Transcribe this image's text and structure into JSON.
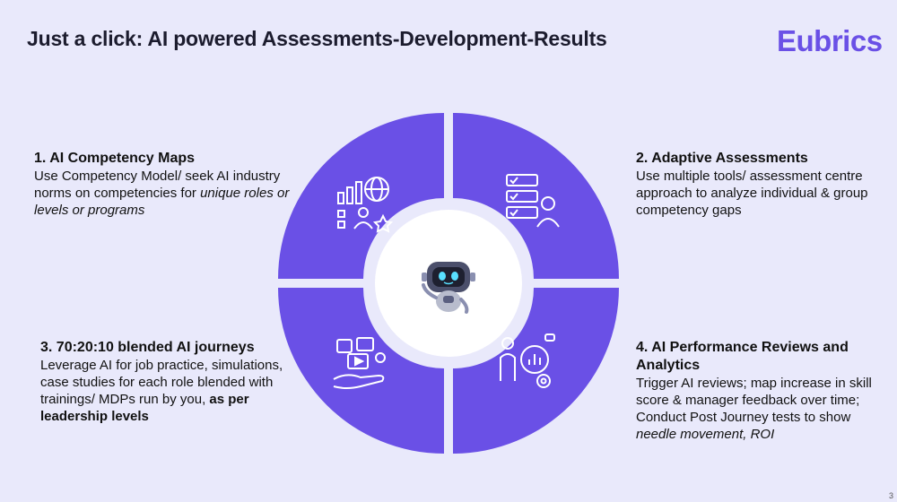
{
  "title": "Just a click: AI powered Assessments-Development-Results",
  "logo": "Eubrics",
  "page_number": "3",
  "colors": {
    "accent": "#6a50e6",
    "background": "#e9e9fb"
  },
  "quadrants": [
    {
      "heading": "1. AI Competency Maps",
      "text": "Use Competency Model/ seek AI industry norms on competencies for",
      "text_italic": "unique roles or levels or programs",
      "icon": "competency-chart-globe-icon"
    },
    {
      "heading": "2. Adaptive Assessments",
      "text": "Use multiple tools/ assessment centre approach to analyze individual & group competency gaps",
      "icon": "checklist-person-icon"
    },
    {
      "heading": "3. 70:20:10 blended AI journeys",
      "text": "Leverage AI for job practice, simulations, case studies for each role blended with trainings/ MDPs run by you,",
      "text_bold": "as per leadership levels",
      "icon": "hand-media-icon"
    },
    {
      "heading": "4. AI Performance Reviews and Analytics",
      "text": "Trigger AI reviews; map increase in skill score & manager feedback over time; Conduct Post Journey tests to show",
      "text_italic": "needle movement, ROI",
      "icon": "analytics-person-gear-icon"
    }
  ],
  "center_icon": "robot-icon"
}
